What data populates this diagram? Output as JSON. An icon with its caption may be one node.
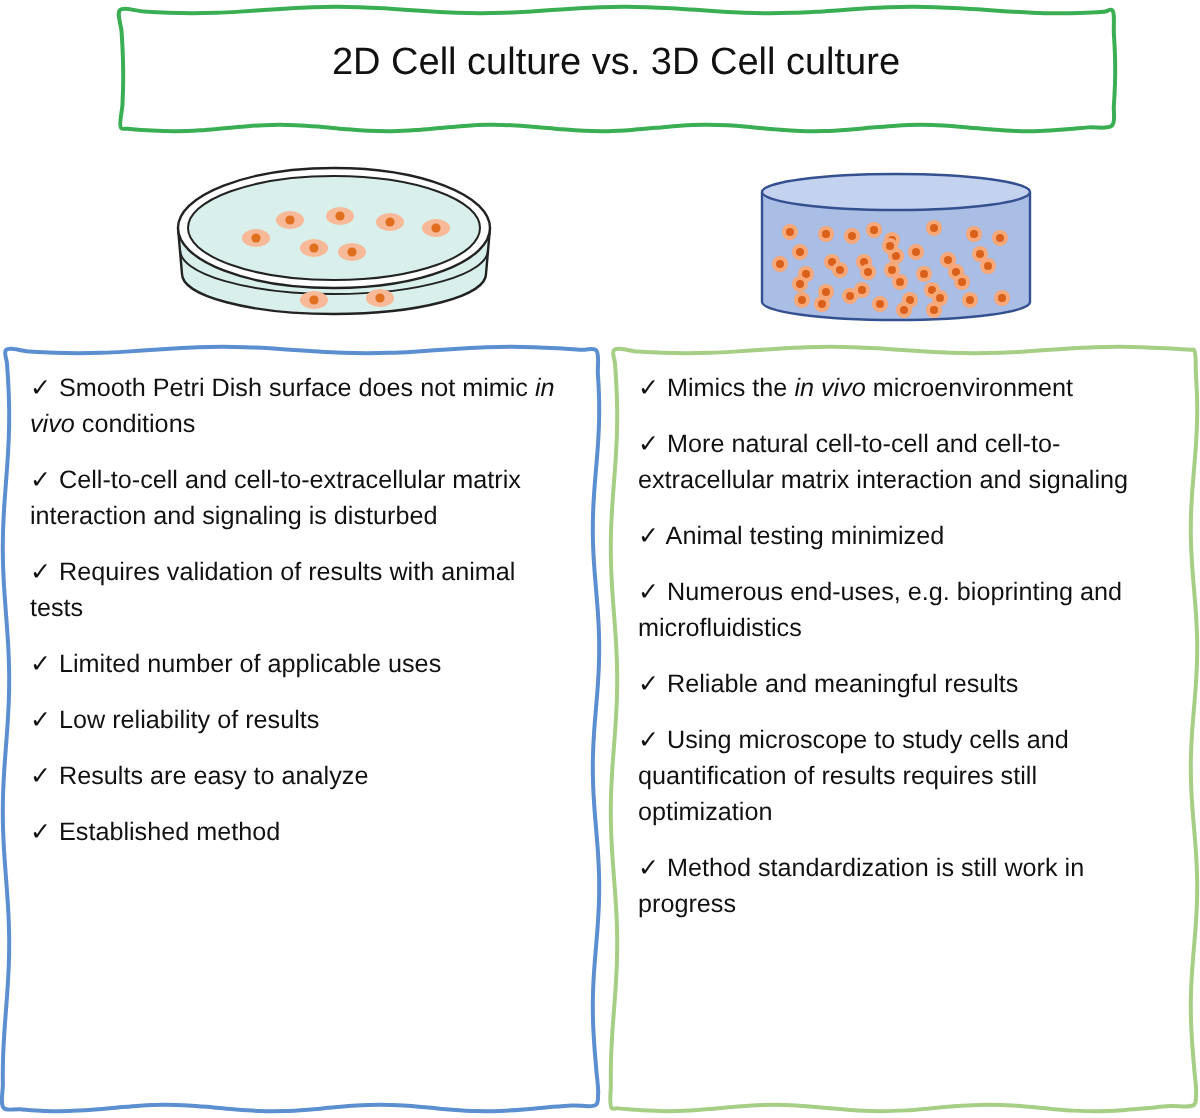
{
  "diagram": {
    "nodes": [
      {
        "text": [
          "2D Cell culture vs. 3D Cell culture"
        ]
      },
      {
        "text": [
          "✓ Smooth Petri Dish surface does not mimic *in vivo* conditions",
          "✓ Cell-to-cell and cell-to-extracellular matrix interaction and signaling is disturbed",
          "✓ Requires validation of results with animal tests",
          "✓ Limited number of applicable uses",
          "✓ Low reliability of results",
          "✓ Results are easy to analyze",
          "✓ Established method"
        ]
      },
      {
        "text": [
          "✓ Mimics the *in vivo* microenvironment",
          "✓ More natural cell-to-cell and cell-to-extracellular matrix interaction and signaling",
          "✓ Animal testing minimized",
          "✓ Numerous end-uses, e.g. bioprinting and microfluidistics",
          "✓ Reliable and meaningful results",
          "✓ Using microscope to study cells and quantification of results requires still optimization",
          "✓ Method standardization is still work in progress"
        ]
      }
    ]
  }
}
